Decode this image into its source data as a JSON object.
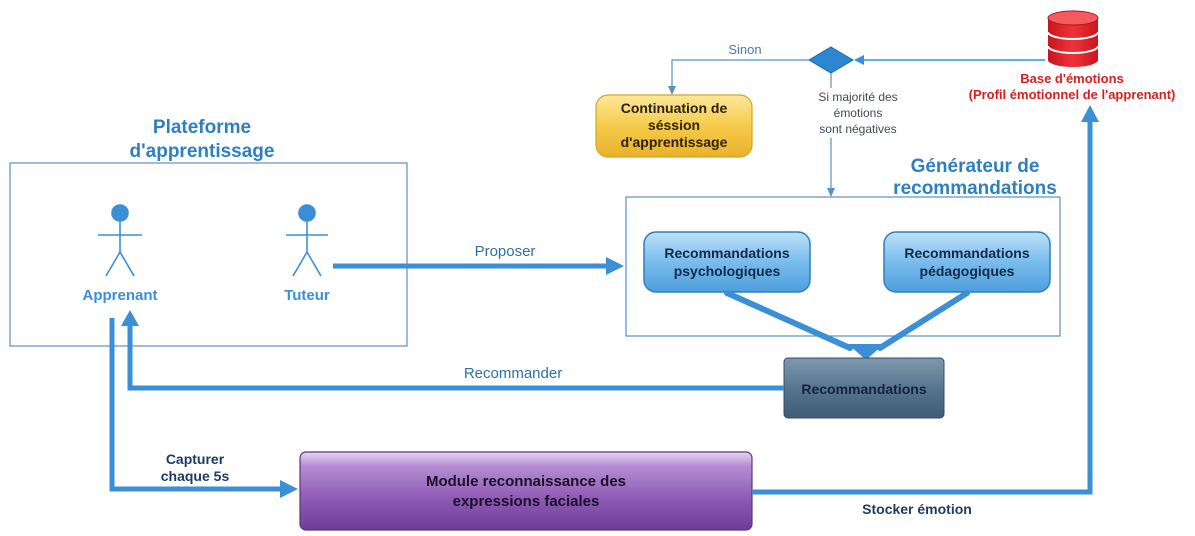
{
  "platform": {
    "title_line1": "Plateforme",
    "title_line2": "d'apprentissage",
    "learner_label": "Apprenant",
    "tutor_label": "Tuteur"
  },
  "generator": {
    "title_line1": "Générateur de",
    "title_line2": "recommandations",
    "psych_line1": "Recommandations",
    "psych_line2": "psychologiques",
    "peda_line1": "Recommandations",
    "peda_line2": "pédagogiques"
  },
  "recommendations_box": "Recommandations",
  "continuation": {
    "line1": "Continuation de",
    "line2": "séssion",
    "line3": "d'apprentissage"
  },
  "database": {
    "line1": "Base d'émotions",
    "line2": "(Profil émotionnel de l'apprenant)"
  },
  "decision": {
    "else_label": "Sinon",
    "cond_line1": "Si majorité des",
    "cond_line2": "émotions",
    "cond_line3": "sont négatives"
  },
  "facial_module": {
    "line1": "Module reconnaissance des",
    "line2": "expressions faciales"
  },
  "edges": {
    "propose": "Proposer",
    "recommend": "Recommander",
    "capture_line1": "Capturer",
    "capture_line2": "chaque 5s",
    "store": "Stocker émotion"
  },
  "colors": {
    "accent_blue": "#3A8FD6",
    "title_blue": "#2E7FC0",
    "db_red": "#E8202A",
    "db_text_red": "#D81E1E",
    "module_purple": "#8E5BB4",
    "continuation_gold": "#F2C545",
    "reco_dark": "#4F6C86"
  }
}
